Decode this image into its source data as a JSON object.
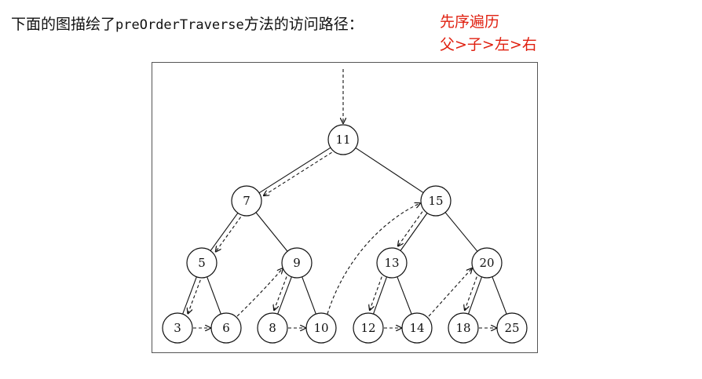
{
  "caption": {
    "prefix": "下面的图描绘了",
    "method": "preOrderTraverse",
    "suffix": "方法的访问路径："
  },
  "note": {
    "line1": "先序遍历",
    "line2": "父>子>左>右"
  },
  "tree": {
    "nodes": [
      {
        "id": "n11",
        "label": "11"
      },
      {
        "id": "n7",
        "label": "7"
      },
      {
        "id": "n15",
        "label": "15"
      },
      {
        "id": "n5",
        "label": "5"
      },
      {
        "id": "n9",
        "label": "9"
      },
      {
        "id": "n13",
        "label": "13"
      },
      {
        "id": "n20",
        "label": "20"
      },
      {
        "id": "n3",
        "label": "3"
      },
      {
        "id": "n6",
        "label": "6"
      },
      {
        "id": "n8",
        "label": "8"
      },
      {
        "id": "n10",
        "label": "10"
      },
      {
        "id": "n12",
        "label": "12"
      },
      {
        "id": "n14",
        "label": "14"
      },
      {
        "id": "n18",
        "label": "18"
      },
      {
        "id": "n25",
        "label": "25"
      }
    ],
    "edges": [
      [
        "n11",
        "n7"
      ],
      [
        "n11",
        "n15"
      ],
      [
        "n7",
        "n5"
      ],
      [
        "n7",
        "n9"
      ],
      [
        "n15",
        "n13"
      ],
      [
        "n15",
        "n20"
      ],
      [
        "n5",
        "n3"
      ],
      [
        "n5",
        "n6"
      ],
      [
        "n9",
        "n8"
      ],
      [
        "n9",
        "n10"
      ],
      [
        "n13",
        "n12"
      ],
      [
        "n13",
        "n14"
      ],
      [
        "n20",
        "n18"
      ],
      [
        "n20",
        "n25"
      ]
    ],
    "visit_order": [
      "11",
      "7",
      "5",
      "3",
      "6",
      "9",
      "8",
      "10",
      "15",
      "13",
      "12",
      "14",
      "20",
      "18",
      "25"
    ]
  }
}
